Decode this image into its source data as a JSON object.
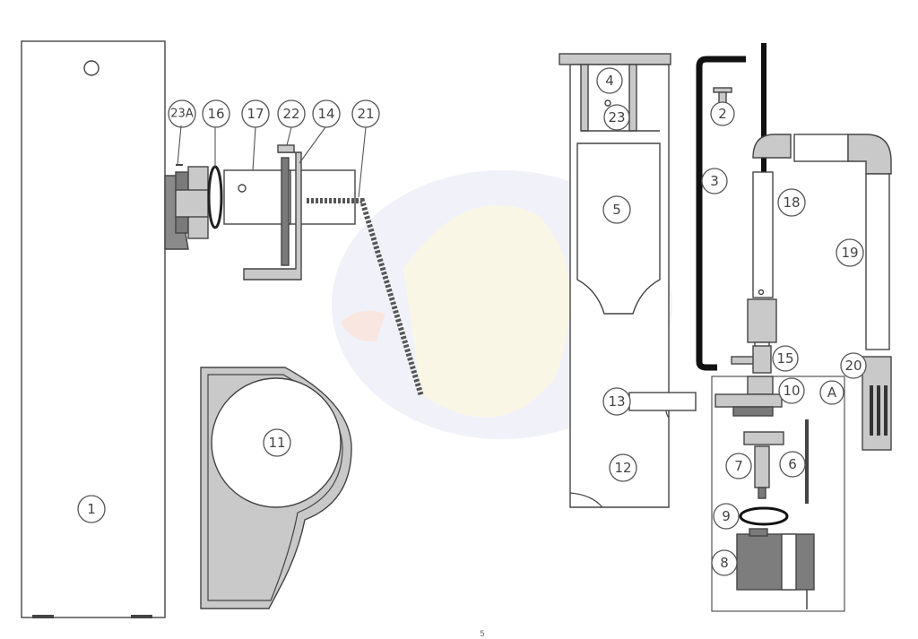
{
  "diagram": {
    "labels": {
      "p1": "1",
      "p2": "2",
      "p3": "3",
      "p4": "4",
      "p5": "5",
      "p6": "6",
      "p7": "7",
      "p8": "8",
      "p9": "9",
      "p10": "10",
      "p11": "11",
      "p12": "12",
      "p13": "13",
      "p14": "14",
      "p15": "15",
      "p16": "16",
      "p17": "17",
      "p18": "18",
      "p19": "19",
      "p20": "20",
      "p21": "21",
      "p22": "22",
      "p23": "23",
      "p23a": "23A",
      "detail": "A"
    },
    "page_number": "5"
  }
}
